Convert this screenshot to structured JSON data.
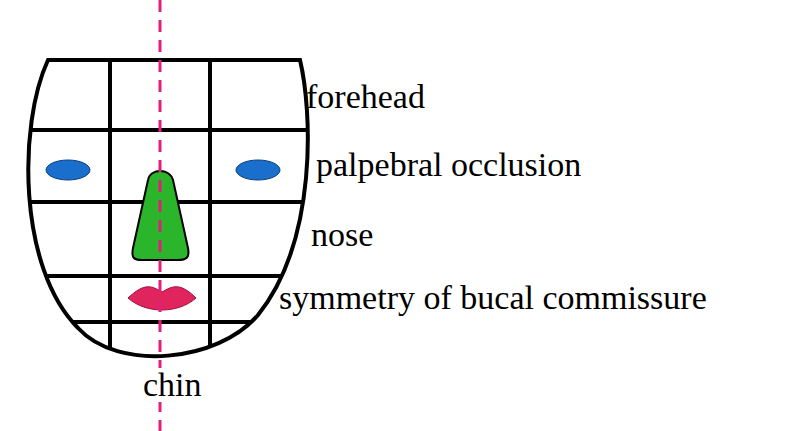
{
  "diagram": {
    "labels": [
      "forehead",
      "palpebral occlusion",
      "nose",
      "symmetry of bucal commissure",
      "chin"
    ]
  }
}
